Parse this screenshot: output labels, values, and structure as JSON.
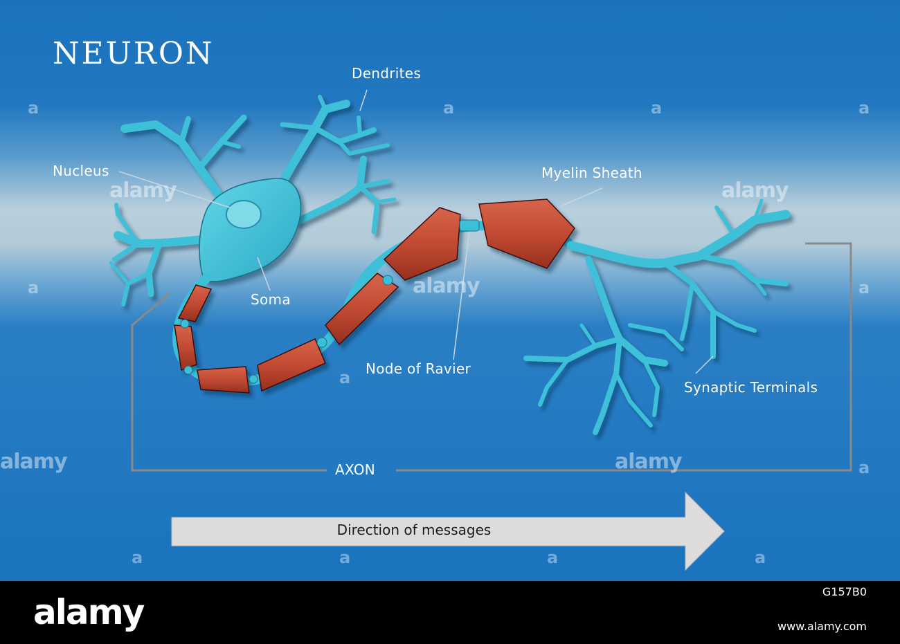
{
  "title": "NEURON",
  "labels": {
    "dendrites": "Dendrites",
    "nucleus": "Nucleus",
    "soma": "Soma",
    "myelin_sheath": "Myelin Sheath",
    "node_of_ravier": "Node of Ravier",
    "synaptic_terminals": "Synaptic Terminals",
    "axon": "AXON"
  },
  "arrow_label": "Direction of messages",
  "watermark": "alamy",
  "footer": {
    "logo": "alamy",
    "image_id": "G157B0",
    "url": "www.alamy.com"
  },
  "colors": {
    "background": "#1b73be",
    "neuron_cyan": "#3cc0d8",
    "myelin_red": "#c44b35",
    "arrow_fill": "#dedbdd",
    "bracket_gray": "#8a8a8a"
  }
}
